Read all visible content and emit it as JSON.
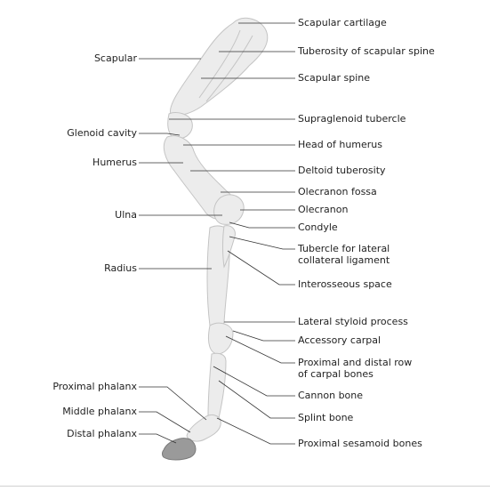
{
  "colors": {
    "bone_fill": "#ececec",
    "bone_stroke": "#c4c4c4",
    "hoof_fill": "#9a9a9a",
    "leader": "#333333",
    "text": "#222222"
  },
  "labels": {
    "right": [
      {
        "id": "scapular-cartilage",
        "text": "Scapular cartilage"
      },
      {
        "id": "tuberosity-of-scapular-spine",
        "text": "Tuberosity of scapular spine"
      },
      {
        "id": "scapular-spine",
        "text": "Scapular spine"
      },
      {
        "id": "supraglenoid-tubercle",
        "text": "Supraglenoid tubercle"
      },
      {
        "id": "head-of-humerus",
        "text": "Head of humerus"
      },
      {
        "id": "deltoid-tuberosity",
        "text": "Deltoid tuberosity"
      },
      {
        "id": "olecranon-fossa",
        "text": "Olecranon fossa"
      },
      {
        "id": "olecranon",
        "text": "Olecranon"
      },
      {
        "id": "condyle",
        "text": "Condyle"
      },
      {
        "id": "tubercle-lateral-collateral",
        "text": "Tubercle for lateral",
        "text2": "collateral ligament"
      },
      {
        "id": "interosseous-space",
        "text": "Interosseous space"
      },
      {
        "id": "lateral-styloid-process",
        "text": "Lateral styloid process"
      },
      {
        "id": "accessory-carpal",
        "text": "Accessory carpal"
      },
      {
        "id": "carpal-bones",
        "text": "Proximal and distal row",
        "text2": "of carpal bones"
      },
      {
        "id": "cannon-bone",
        "text": "Cannon bone"
      },
      {
        "id": "splint-bone",
        "text": "Splint bone"
      },
      {
        "id": "proximal-sesamoid-bones",
        "text": "Proximal sesamoid bones"
      }
    ],
    "left": [
      {
        "id": "scapular",
        "text": "Scapular"
      },
      {
        "id": "glenoid-cavity",
        "text": "Glenoid cavity"
      },
      {
        "id": "humerus",
        "text": "Humerus"
      },
      {
        "id": "ulna",
        "text": "Ulna"
      },
      {
        "id": "radius",
        "text": "Radius"
      },
      {
        "id": "proximal-phalanx",
        "text": "Proximal phalanx"
      },
      {
        "id": "middle-phalanx",
        "text": "Middle phalanx"
      },
      {
        "id": "distal-phalanx",
        "text": "Distal phalanx"
      }
    ]
  }
}
